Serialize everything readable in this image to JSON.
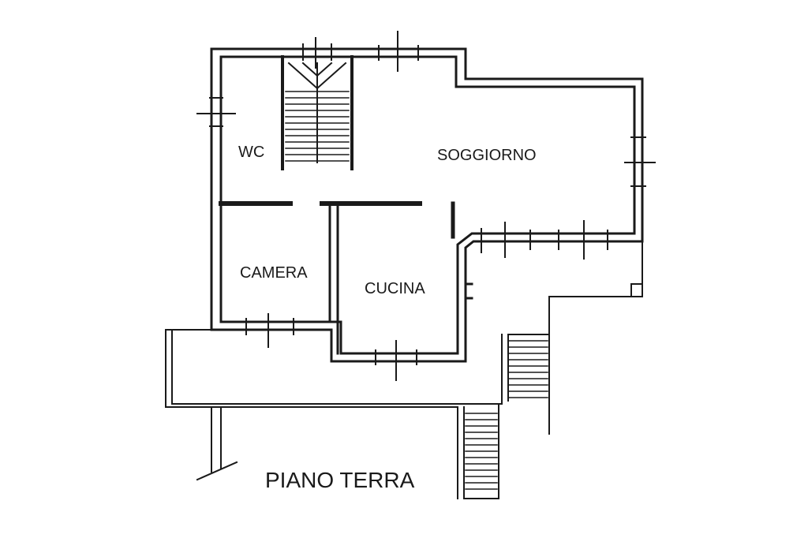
{
  "floor_title": "PIANO TERRA",
  "rooms": {
    "wc": "WC",
    "soggiorno": "SOGGIORNO",
    "camera": "CAMERA",
    "cucina": "CUCINA"
  },
  "colors": {
    "ink": "#1a1a1a",
    "paper": "#ffffff"
  }
}
